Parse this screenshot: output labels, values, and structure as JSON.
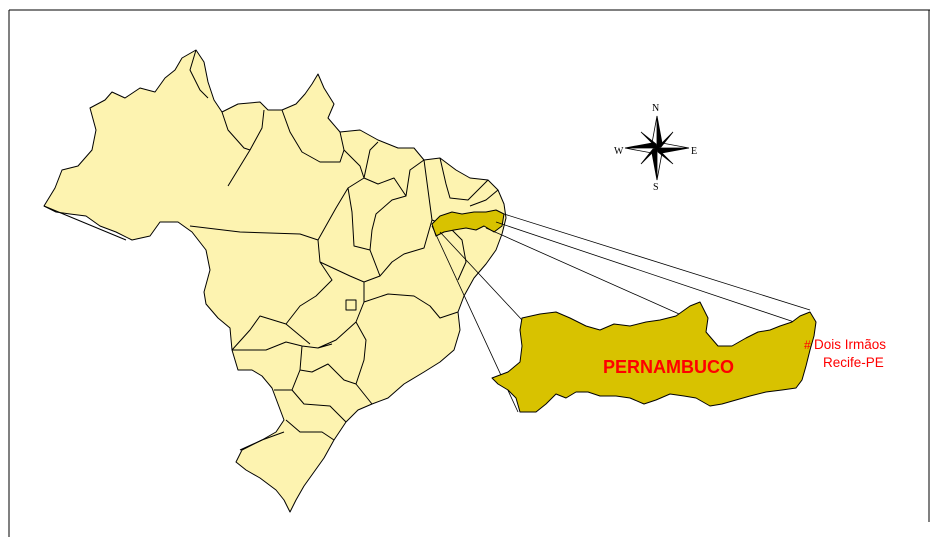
{
  "map": {
    "state_label": "PERNAMBUCO",
    "location": {
      "marker": "#",
      "name": "Dois Irmãos",
      "city": "Recife-PE"
    },
    "compass": {
      "north": "N",
      "south": "S",
      "east": "E",
      "west": "W"
    },
    "colors": {
      "country_fill": "#fdf3b0",
      "state_fill": "#d8c200",
      "outline": "#000000",
      "label": "#ff0000",
      "background": "#ffffff"
    }
  }
}
